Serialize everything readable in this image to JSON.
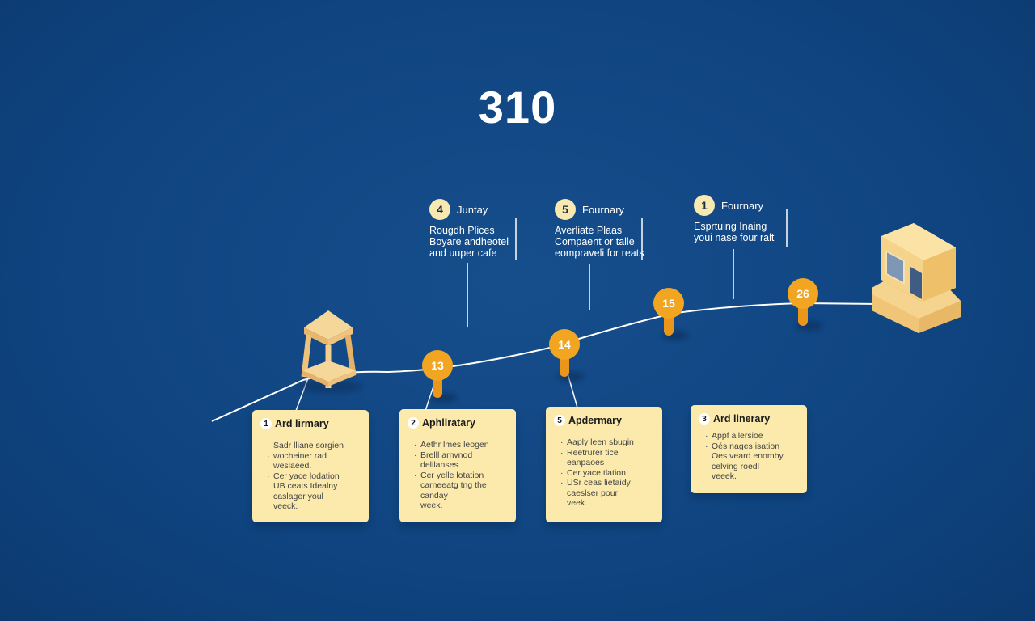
{
  "title": "310",
  "top_labels": [
    {
      "num": "4",
      "head": "Juntay",
      "line1": "Rougdh Plices",
      "line2": "Boyare andheotel",
      "line3": "and uuper cafe"
    },
    {
      "num": "5",
      "head": "Fournary",
      "line1": "Averliate Plaas",
      "line2": "Compaent or talle",
      "line3": "eompraveli for reats"
    },
    {
      "num": "1",
      "head": "Fournary",
      "line1": "Esprtuing Inaing",
      "line2": "youi nase four ralt",
      "line3": ""
    }
  ],
  "markers": [
    {
      "label": "13"
    },
    {
      "label": "14"
    },
    {
      "label": "15"
    },
    {
      "label": "26"
    }
  ],
  "cards": [
    {
      "num": "1",
      "title": "Ard lirmary",
      "items": [
        "Sadr lliane sorgien",
        "wocheiner rad",
        "weslaeed.",
        "Cer yace lodation",
        "UB ceats Idealny",
        "caslager youl",
        "veeck."
      ]
    },
    {
      "num": "2",
      "title": "Aphliratary",
      "items": [
        "Aethr lmes leogen",
        "Brelll arnvnod",
        "delilanses",
        "Cer yelle lotation",
        "carneeatg tng the",
        "canday",
        "week."
      ]
    },
    {
      "num": "5",
      "title": "Apdermary",
      "items": [
        "Aaply leen sbugin",
        "Reetrurer tice",
        "eanpaoes",
        "Cer yace tlation",
        "USr ceas lietaidy",
        "caeslser pour",
        "veek."
      ]
    },
    {
      "num": "3",
      "title": "Ard linerary",
      "items": [
        "Appf allersioe",
        "Oés nages isation",
        "Oes veard enomby",
        "celving roedl",
        "veeek."
      ]
    }
  ],
  "colors": {
    "background": "#0f4480",
    "accent": "#f2a521",
    "card": "#fbeaac",
    "line": "#ffffff"
  }
}
